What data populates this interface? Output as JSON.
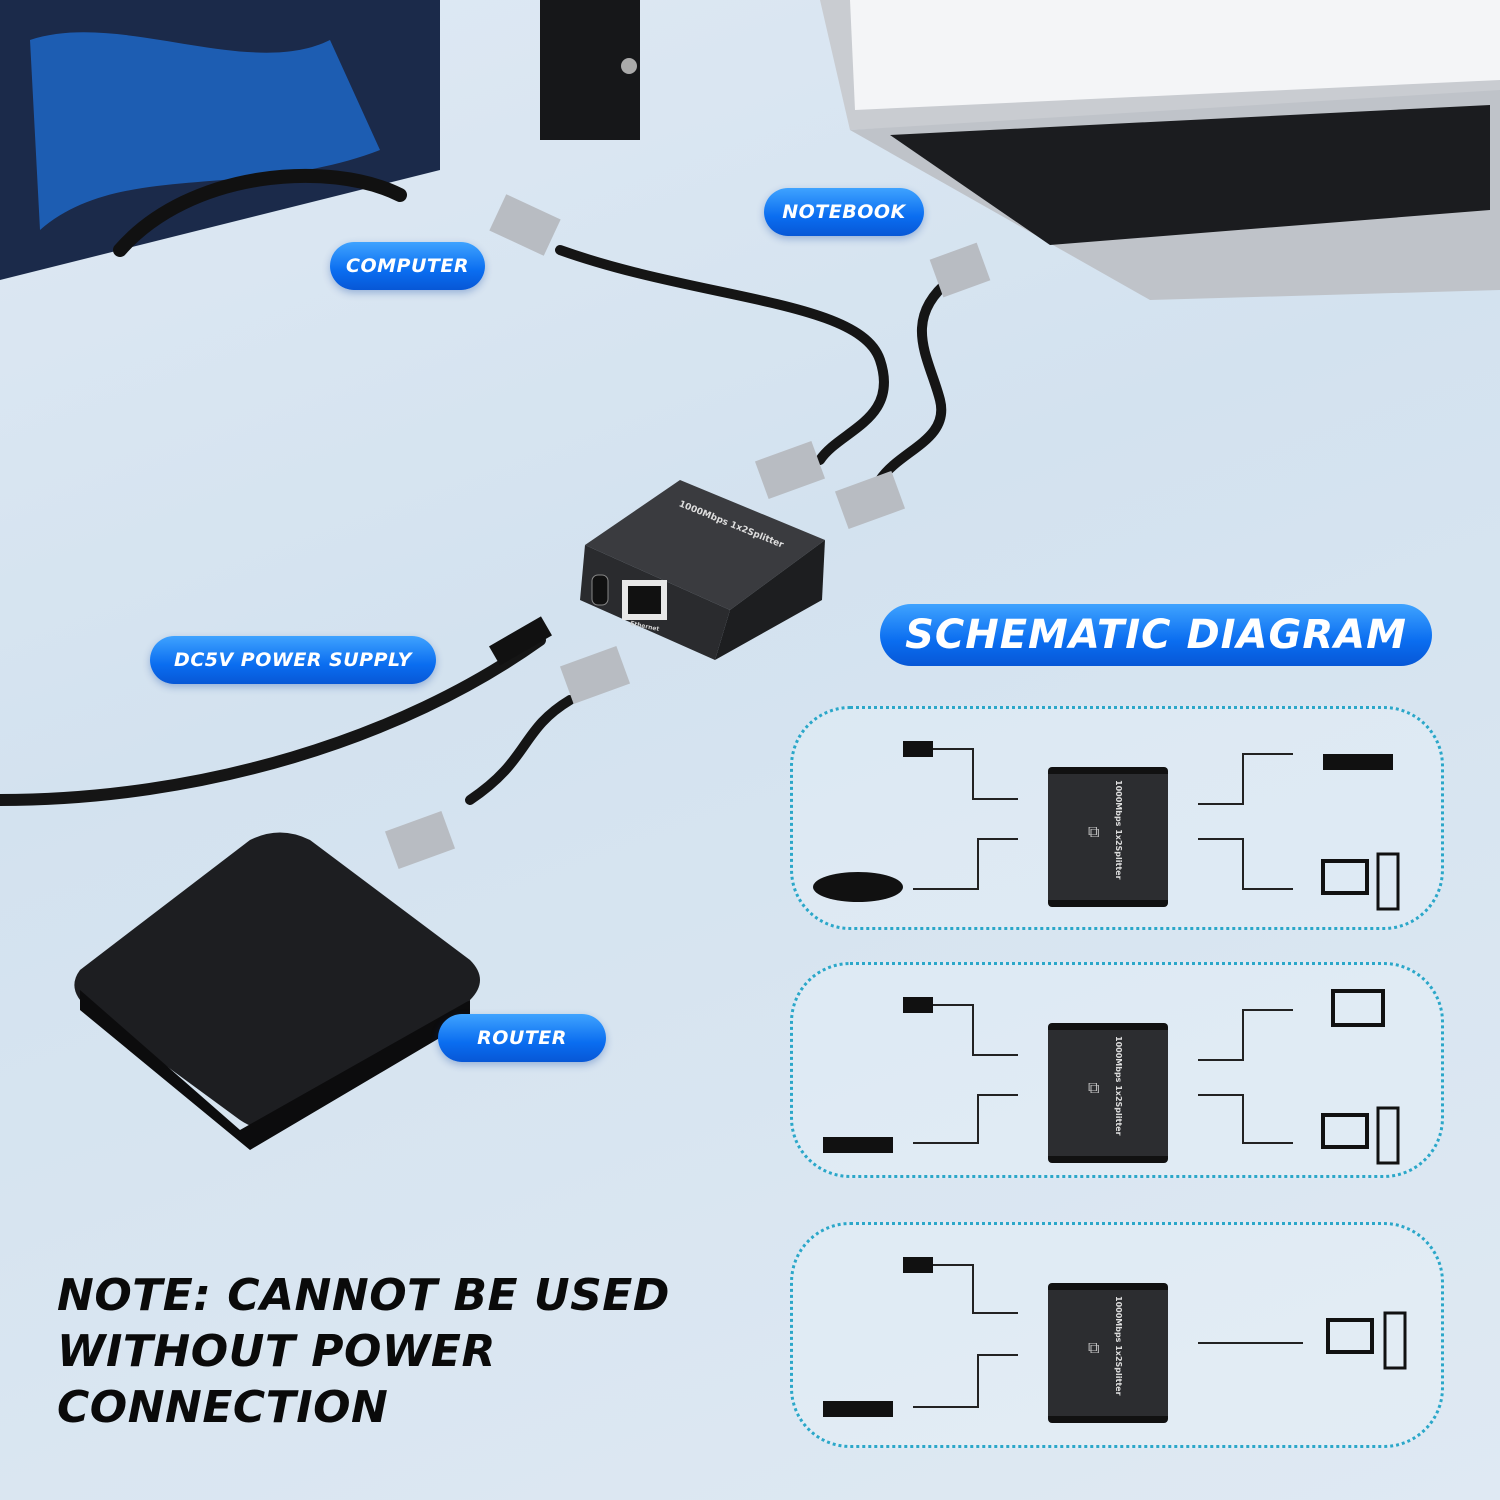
{
  "labels": {
    "computer": "COMPUTER",
    "notebook": "NOTEBOOK",
    "power": "DC5V POWER SUPPLY",
    "router": "ROUTER"
  },
  "device": {
    "text": "1000Mbps 1x2Splitter",
    "port_label": "Ethernet"
  },
  "schematic": {
    "title": "SCHEMATIC DIAGRAM",
    "splitter_text": "1000Mbps 1x2Splitter",
    "panels": [
      {
        "inputs": [
          "usb-power",
          "notebook"
        ],
        "outputs": [
          "router",
          "desktop-computer"
        ]
      },
      {
        "inputs": [
          "usb-power",
          "router"
        ],
        "outputs": [
          "laptop",
          "desktop-computer"
        ]
      },
      {
        "inputs": [
          "usb-power",
          "router"
        ],
        "outputs": [
          "desktop-computer"
        ]
      }
    ]
  },
  "note": {
    "line1": "NOTE:  CANNOT BE USED",
    "line2": "WITHOUT POWER",
    "line3": "CONNECTION"
  },
  "colors": {
    "accent": "#0a6df0",
    "dotted_border": "#2ba7c9",
    "background": "#d8e5f1"
  }
}
